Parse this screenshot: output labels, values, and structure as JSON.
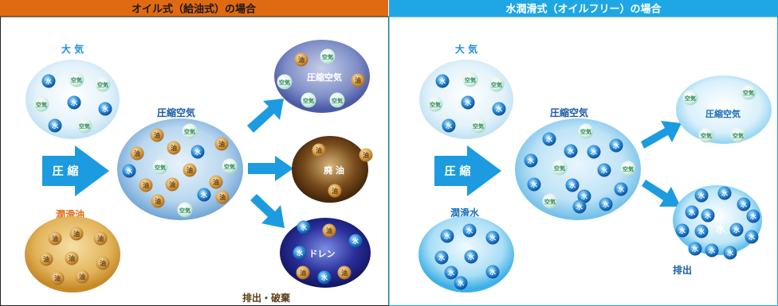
{
  "left": {
    "header": "オイル式（給油式）の場合",
    "air_label": "大 気",
    "compress_arrow": "圧 縮",
    "lubricant_label": "潤滑油",
    "compressed_label": "圧縮空気",
    "out_air_label": "圧縮空気",
    "waste_oil_label": "廃 油",
    "drain_label": "ドレン",
    "discharge_label": "排出・破棄"
  },
  "right": {
    "header": "水潤滑式（オイルフリー）の場合",
    "air_label": "大 気",
    "compress_arrow": "圧 縮",
    "lubricant_label": "潤滑水",
    "compressed_label": "圧縮空気",
    "out_air_label": "圧縮空気",
    "drain_water_label": "水",
    "discharge_label": "排出"
  },
  "molecules": {
    "water": "水",
    "air": "空気",
    "oil": "油"
  },
  "colors": {
    "left_header": "#e06a12",
    "right_header": "#1ea7e4",
    "arrow": "#1c9be0",
    "oil_text": "#e06a12"
  }
}
